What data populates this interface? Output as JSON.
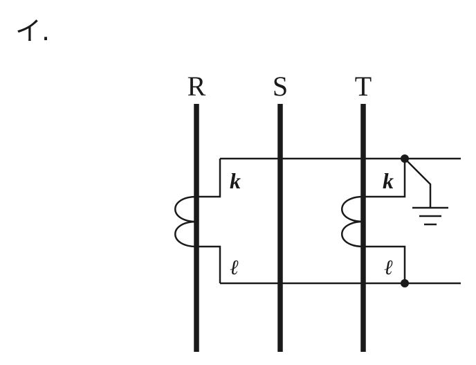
{
  "option_label": "イ.",
  "phases": {
    "r": "R",
    "s": "S",
    "t": "T"
  },
  "ct_left": {
    "k": "k",
    "l": "ℓ"
  },
  "ct_right": {
    "k": "k",
    "l": "ℓ"
  },
  "colors": {
    "ink": "#1a1a1a",
    "background": "#ffffff"
  }
}
